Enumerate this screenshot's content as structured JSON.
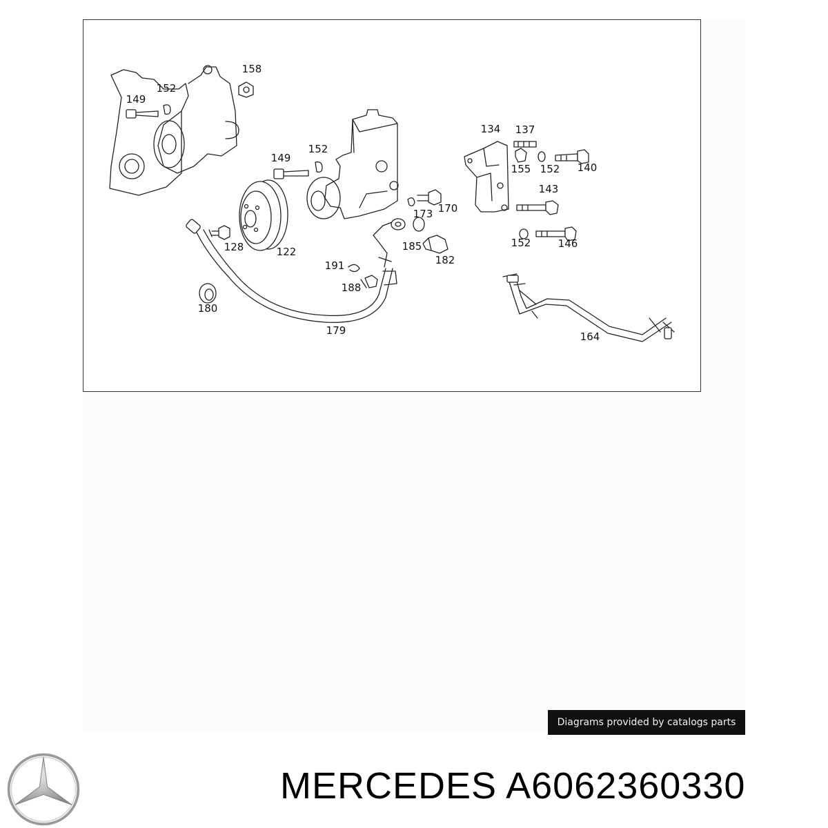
{
  "diagram": {
    "callouts": [
      "158",
      "152",
      "149",
      "134",
      "137",
      "149",
      "152",
      "155",
      "152",
      "140",
      "143",
      "170",
      "173",
      "128",
      "122",
      "185",
      "191",
      "182",
      "152",
      "146",
      "188",
      "180",
      "179",
      "164"
    ]
  },
  "credit_badge": "Diagrams provided by catalogs parts",
  "brand": "MERCEDES",
  "part_number": "A6062360330",
  "colors": {
    "badge_bg": "#101010",
    "badge_text": "#f2f2f2",
    "line": "#222222"
  },
  "logo_icon": "mercedes-star-icon"
}
